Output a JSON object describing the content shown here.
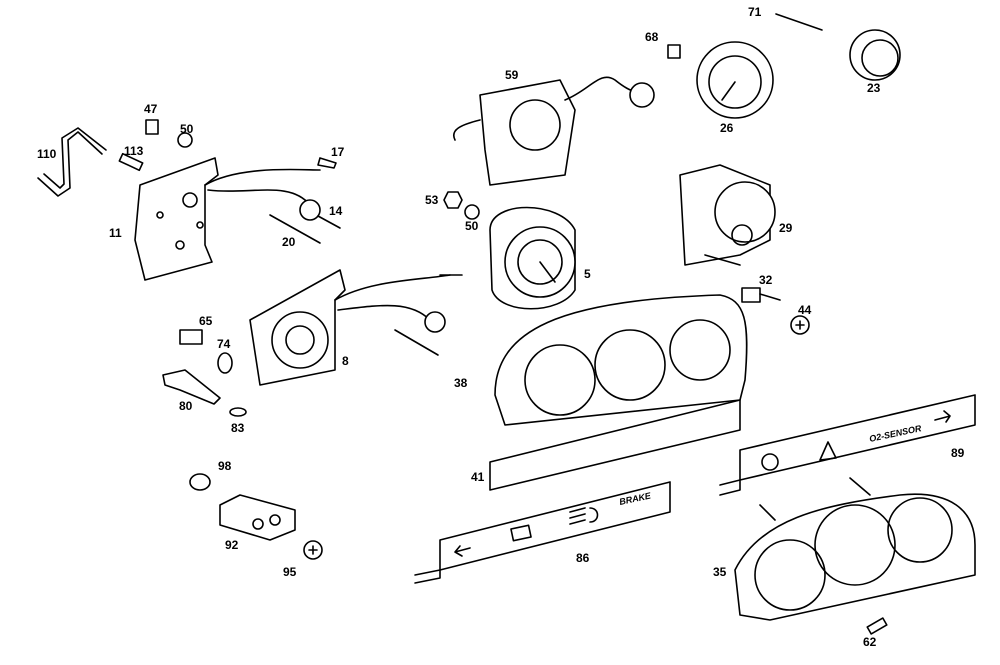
{
  "callouts": {
    "p71": "71",
    "p68": "68",
    "p59": "59",
    "p23": "23",
    "p26": "26",
    "p47": "47",
    "p50a": "50",
    "p110": "110",
    "p113": "113",
    "p17": "17",
    "p14": "14",
    "p11": "11",
    "p20": "20",
    "p53": "53",
    "p50b": "50",
    "p5": "5",
    "p29": "29",
    "p32": "32",
    "p44": "44",
    "p65": "65",
    "p74": "74",
    "p8": "8",
    "p38": "38",
    "p80": "80",
    "p83": "83",
    "p41": "41",
    "p89": "89",
    "p98": "98",
    "p92": "92",
    "p86": "86",
    "p95": "95",
    "p35": "35",
    "p62": "62"
  },
  "panel_labels": {
    "brake": "BRAKE",
    "o2_sensor": "O2-SENSOR"
  },
  "icons": [
    "arrow-left-icon",
    "battery-icon",
    "headlight-icon",
    "brake-circle-icon",
    "warning-triangle-icon",
    "arrow-right-icon"
  ]
}
